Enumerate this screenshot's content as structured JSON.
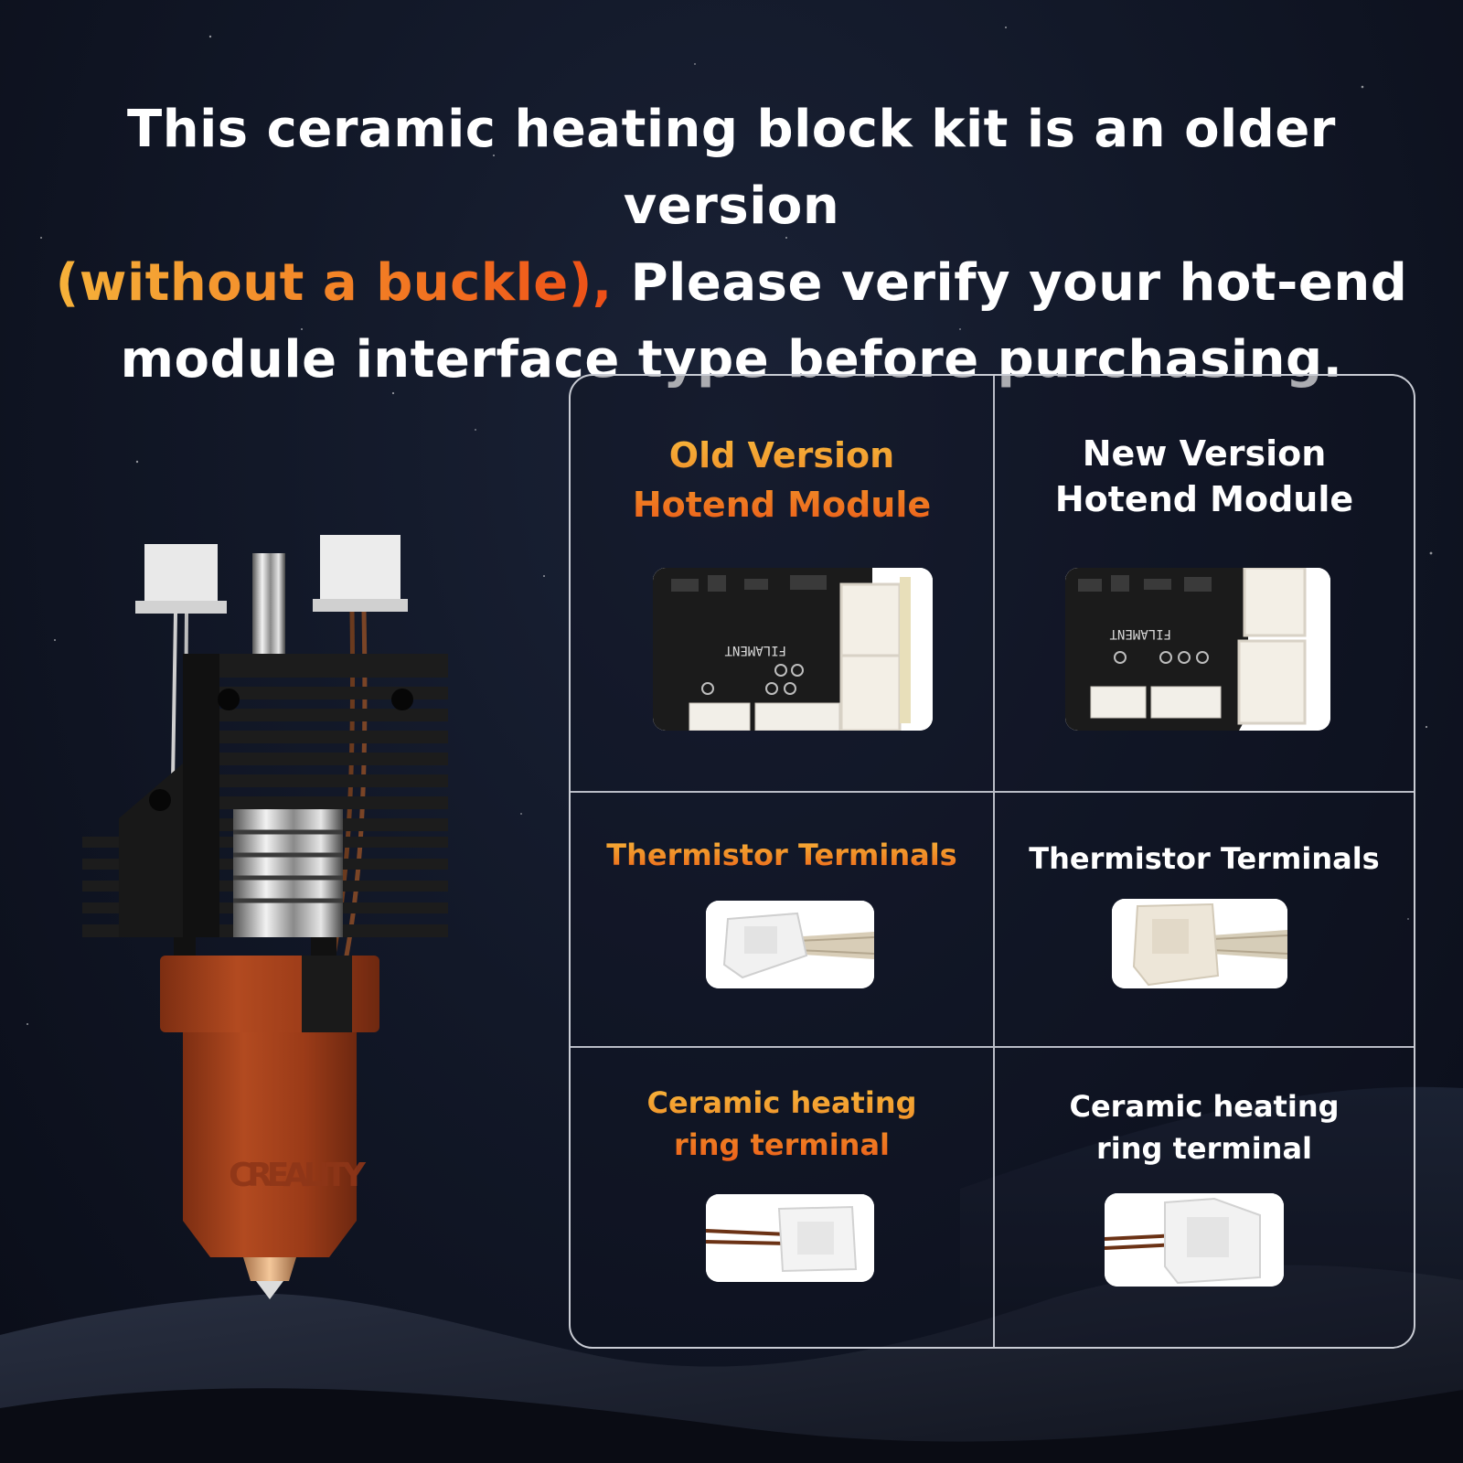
{
  "headline": {
    "line1": "This ceramic heating block kit is an older version",
    "accent": "(without a buckle),",
    "line2_rest": " Please verify your hot-end",
    "line3": "module interface type before purchasing."
  },
  "product": {
    "brand_mark": "CREALITY"
  },
  "comparison": {
    "old": {
      "title_line1": "Old Version",
      "title_line2": "Hotend Module",
      "thermistor_label": "Thermistor Terminals",
      "heating_line1": "Ceramic heating",
      "heating_line2": "ring terminal",
      "board_silkscreen": "FILAMENT"
    },
    "new": {
      "title_line1": "New Version",
      "title_line2": "Hotend Module",
      "thermistor_label": "Thermistor Terminals",
      "heating_line1": "Ceramic heating",
      "heating_line2": "ring terminal",
      "board_silkscreen": "FILAMENT"
    }
  },
  "colors": {
    "accent_yellow": "#f6b23a",
    "accent_orange": "#ee4e17",
    "nozzle_copper": "#a3421d",
    "background": "#121828"
  }
}
